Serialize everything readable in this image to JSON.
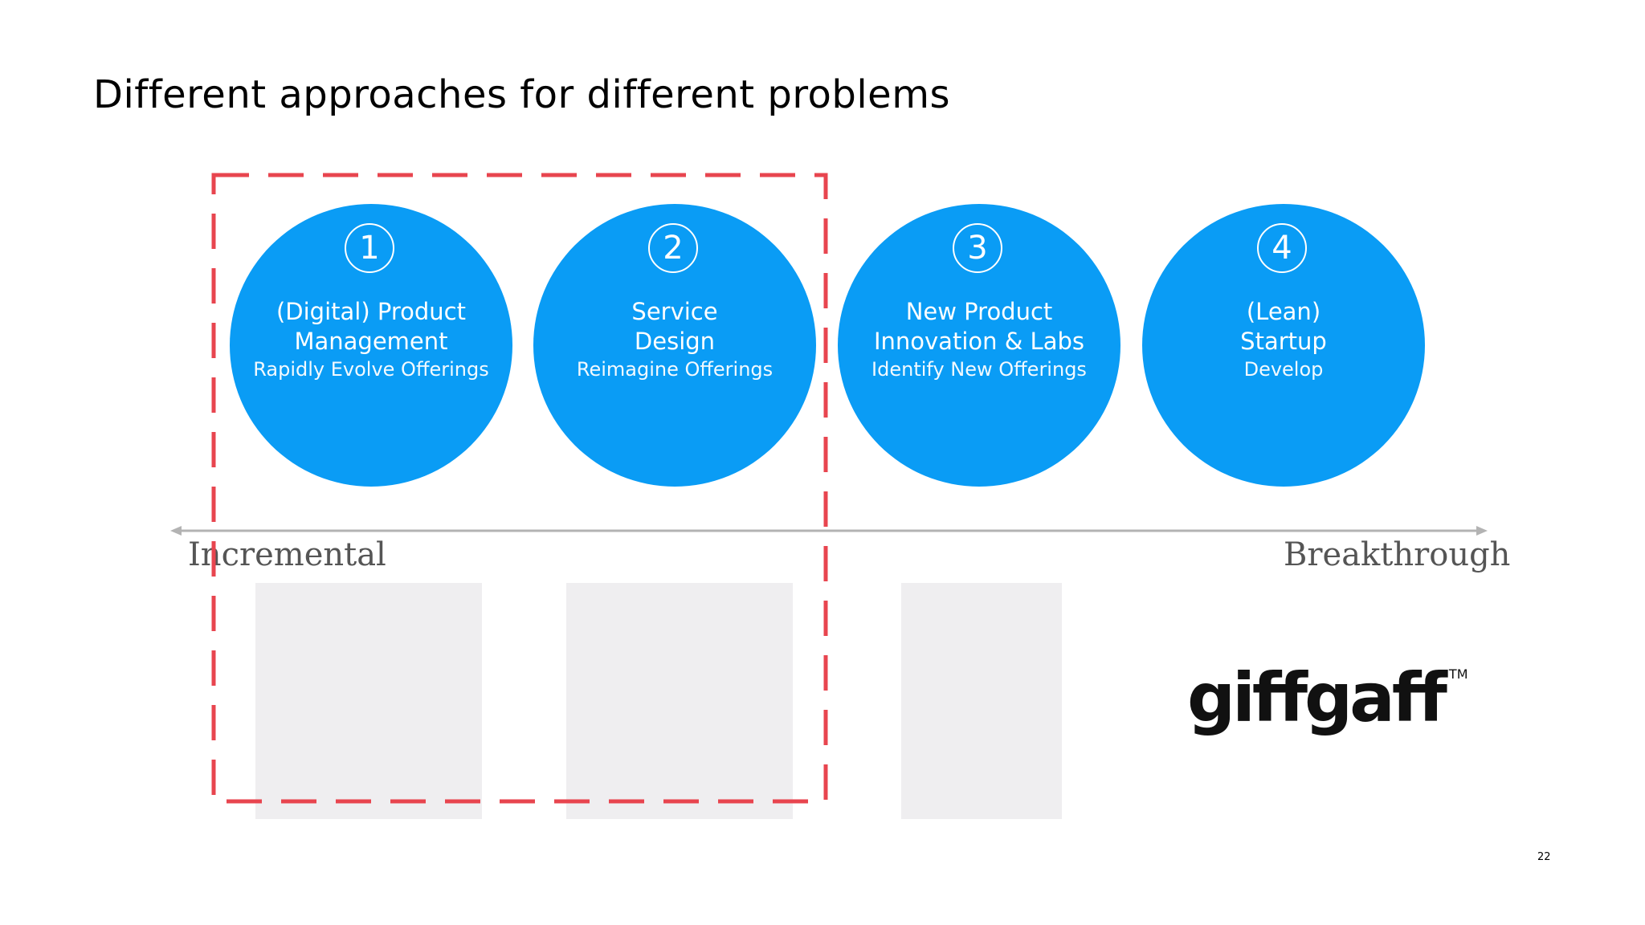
{
  "slide": {
    "title": "Different approaches for different problems",
    "page_number": "22"
  },
  "colors": {
    "circle_fill": "#0a9cf5",
    "dashed_border": "#e8454f",
    "axis": "#b3b3b3",
    "placeholder": "#efeef0"
  },
  "approaches": [
    {
      "number": "1",
      "title": "(Digital) Product\nManagement",
      "subtitle": "Rapidly Evolve Offerings"
    },
    {
      "number": "2",
      "title": "Service\nDesign",
      "subtitle": "Reimagine Offerings"
    },
    {
      "number": "3",
      "title": "New Product\nInnovation & Labs",
      "subtitle": "Identify New Offerings"
    },
    {
      "number": "4",
      "title": "(Lean)\nStartup",
      "subtitle": "Develop"
    }
  ],
  "axis": {
    "left_label": "Incremental",
    "right_label": "Breakthrough"
  },
  "logo": {
    "text": "giffgaff",
    "trademark": "TM"
  }
}
